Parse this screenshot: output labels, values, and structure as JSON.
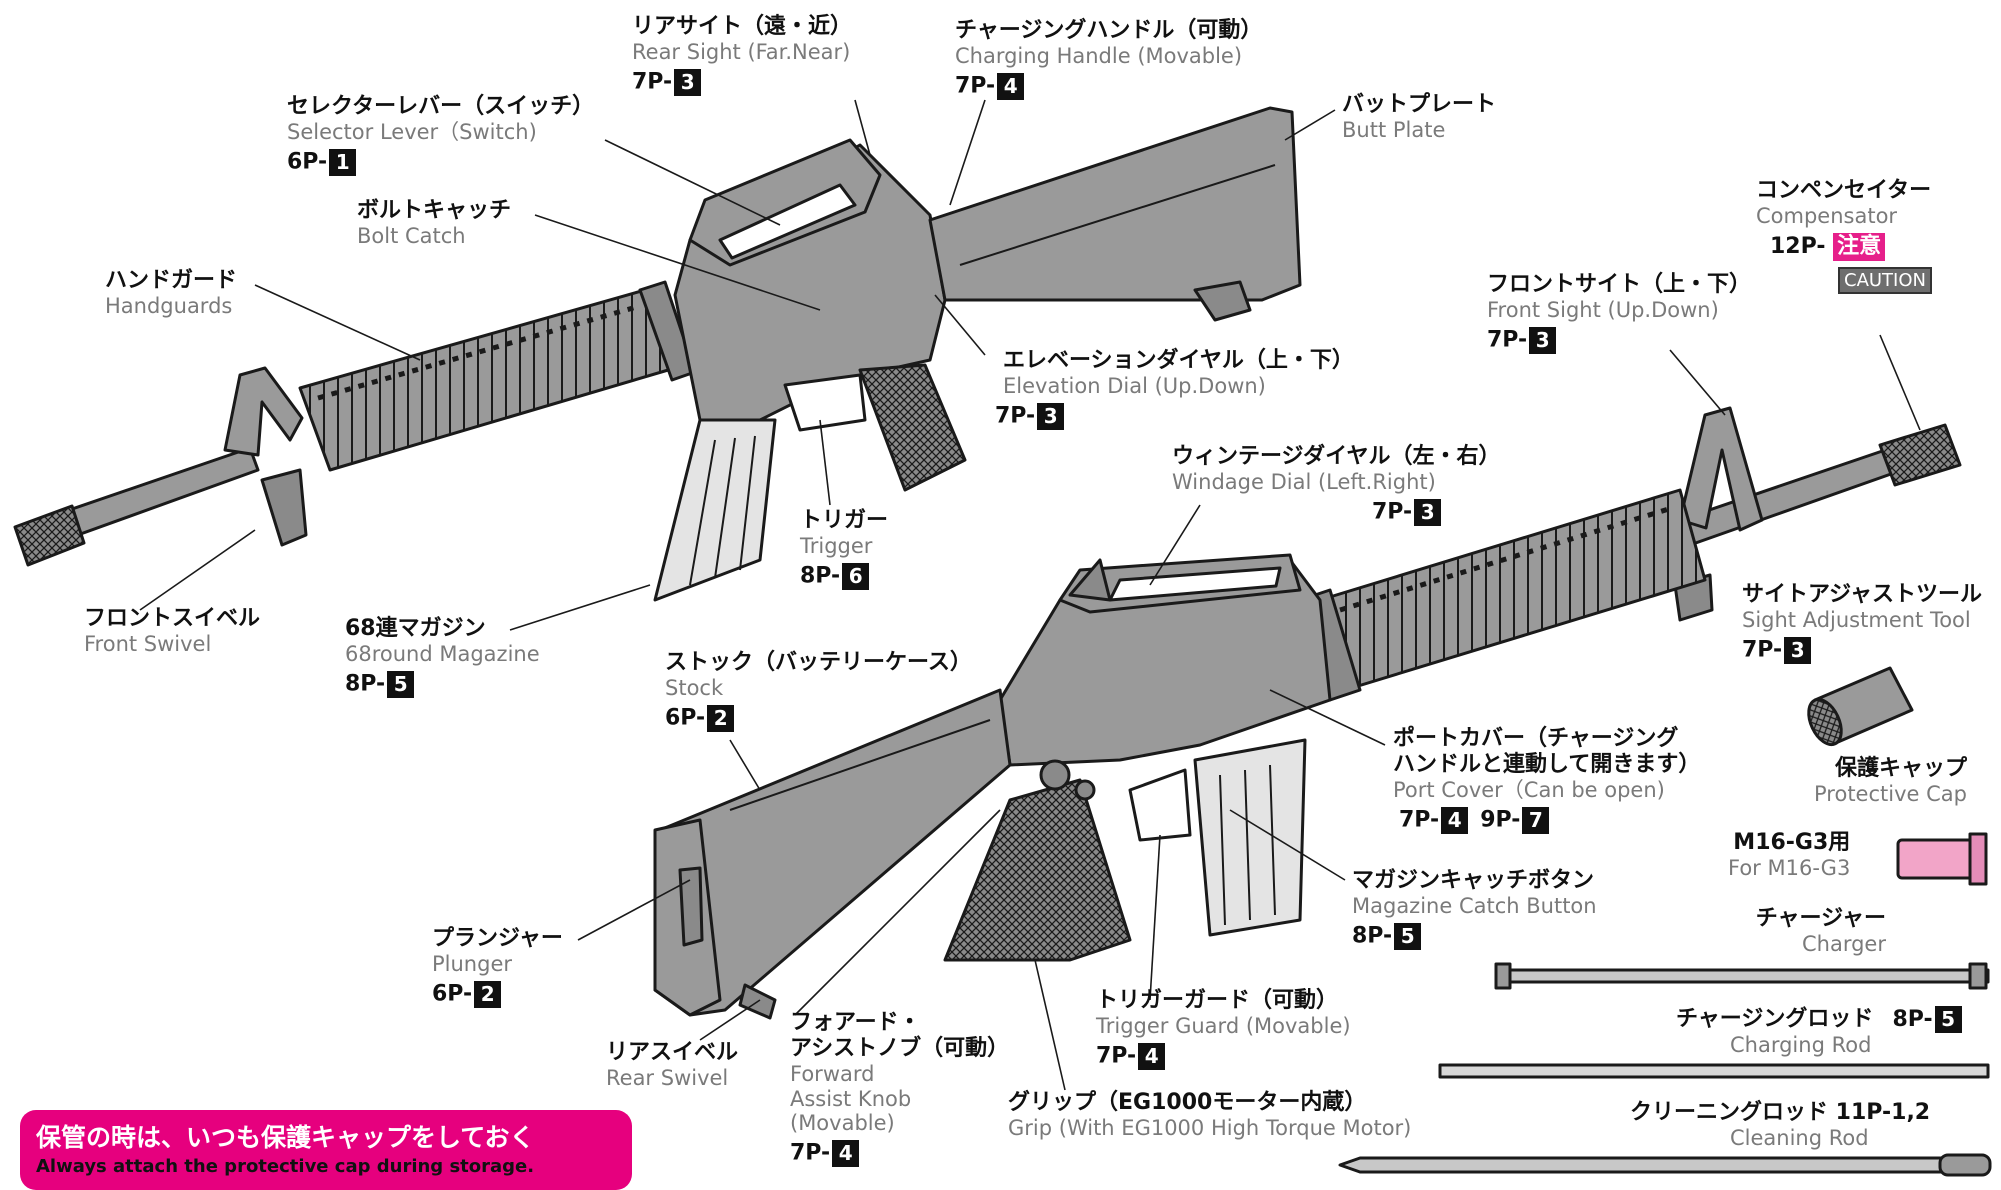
{
  "labels": {
    "rear_sight": {
      "jp": "リアサイト（遠・近）",
      "en": "Rear Sight (Far.Near)",
      "pre": "7P-",
      "num": "3"
    },
    "charging_handle": {
      "jp": "チャージングハンドル（可動）",
      "en": "Charging Handle (Movable)",
      "pre": "7P-",
      "num": "4"
    },
    "selector_lever": {
      "jp": "セレクターレバー（スイッチ）",
      "en": "Selector Lever（Switch)",
      "pre": "6P-",
      "num": "1"
    },
    "butt_plate": {
      "jp": "バットプレート",
      "en": "Butt Plate"
    },
    "bolt_catch": {
      "jp": "ボルトキャッチ",
      "en": "Bolt Catch"
    },
    "handguards": {
      "jp": "ハンドガード",
      "en": "Handguards"
    },
    "compensator": {
      "jp": "コンペンセイター",
      "en": "Compensator",
      "pre": "12P-",
      "caution_jp": "注意",
      "caution_en": "CAUTION"
    },
    "front_sight": {
      "jp": "フロントサイト（上・下）",
      "en": "Front Sight (Up.Down)",
      "pre": "7P-",
      "num": "3"
    },
    "elevation_dial": {
      "jp": "エレベーションダイヤル（上・下）",
      "en": "Elevation Dial (Up.Down)",
      "pre": "7P-",
      "num": "3"
    },
    "windage_dial": {
      "jp": "ウィンテージダイヤル（左・右）",
      "en": "Windage Dial (Left.Right)",
      "pre": "7P-",
      "num": "3"
    },
    "trigger": {
      "jp": "トリガー",
      "en": "Trigger",
      "pre": "8P-",
      "num": "6"
    },
    "front_swivel": {
      "jp": "フロントスイベル",
      "en": "Front Swivel"
    },
    "magazine": {
      "jp": "68連マガジン",
      "en": "68round Magazine",
      "pre": "8P-",
      "num": "5"
    },
    "stock": {
      "jp": "ストック（バッテリーケース）",
      "en": "Stock",
      "pre": "6P-",
      "num": "2"
    },
    "sight_tool": {
      "jp": "サイトアジャストツール",
      "en": "Sight Adjustment Tool",
      "pre": "7P-",
      "num": "3"
    },
    "port_cover": {
      "jp": "ポートカバー（チャージング",
      "jp2": "ハンドルと連動して開きます）",
      "en": "Port Cover（Can be open)",
      "pre": "7P-",
      "num": "4",
      "pre2": "9P-",
      "num2": "7"
    },
    "protective_cap": {
      "jp": "保護キャップ",
      "en": "Protective Cap"
    },
    "for_m16": {
      "jp": "M16-G3用",
      "en": "For M16-G3"
    },
    "mag_catch": {
      "jp": "マガジンキャッチボタン",
      "en": "Magazine Catch Button",
      "pre": "8P-",
      "num": "5"
    },
    "charger": {
      "jp": "チャージャー",
      "en": "Charger"
    },
    "plunger": {
      "jp": "プランジャー",
      "en": "Plunger",
      "pre": "6P-",
      "num": "2"
    },
    "trigger_guard": {
      "jp": "トリガーガード（可動）",
      "en": "Trigger Guard (Movable)",
      "pre": "7P-",
      "num": "4"
    },
    "charging_rod": {
      "jp": "チャージングロッド",
      "en": "Charging Rod",
      "pre": "8P-",
      "num": "5"
    },
    "rear_swivel": {
      "jp": "リアスイベル",
      "en": "Rear Swivel"
    },
    "forward_assist": {
      "jp": "フォアード・",
      "jp2": "アシストノブ（可動）",
      "en": "Forward",
      "en2": "Assist Knob",
      "en3": "(Movable)",
      "pre": "7P-",
      "num": "4"
    },
    "grip": {
      "jp": "グリップ（EG1000モーター内蔵）",
      "en": "Grip (With EG1000 High Torque Motor)"
    },
    "cleaning_rod": {
      "jp": "クリーニングロッド 11P-1,2",
      "en": "Cleaning Rod"
    }
  },
  "storage_note": {
    "jp": "保管の時は、いつも保護キャップをしておく",
    "en": "Always attach the protective cap during storage."
  },
  "colors": {
    "gun_body": "#9a9a9a",
    "gun_dark": "#7c7c7c",
    "outline": "#1a1a1a",
    "accent": "#e6007e",
    "protective_cap": "#f2a5c8"
  }
}
